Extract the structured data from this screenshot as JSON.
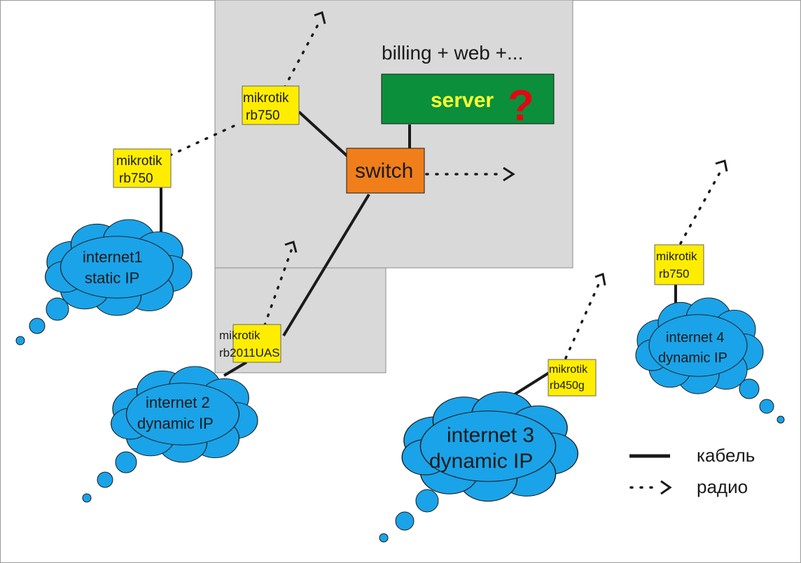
{
  "header_note": "billing + web +...",
  "server": {
    "label": "server",
    "mark": "?"
  },
  "switch": {
    "label": "switch"
  },
  "routers": {
    "r1": {
      "line1": "mikrotik",
      "line2": "rb750"
    },
    "r2": {
      "line1": "mikrotik",
      "line2": "rb750"
    },
    "r3": {
      "line1": "mikrotik",
      "line2": "rb2011UAS"
    },
    "r4": {
      "line1": "mikrotik",
      "line2": "rb450g"
    },
    "r5": {
      "line1": "mikrotik",
      "line2": "rb750"
    }
  },
  "clouds": {
    "c1": {
      "line1": "internet1",
      "line2": "static IP"
    },
    "c2": {
      "line1": "internet 2",
      "line2": "dynamic IP"
    },
    "c3": {
      "line1": "internet 3",
      "line2": "dynamic IP"
    },
    "c4": {
      "line1": "internet 4",
      "line2": "dynamic IP"
    }
  },
  "legend": {
    "cable": "кабель",
    "radio": "радио"
  },
  "colors": {
    "zone": "#d9d9d9",
    "router": "#ffed00",
    "server_fill": "#0b8f3b",
    "server_text": "#ffff33",
    "question_mark": "#e30613",
    "switch_fill": "#f07e1b",
    "cloud": "#1aa3e8"
  }
}
